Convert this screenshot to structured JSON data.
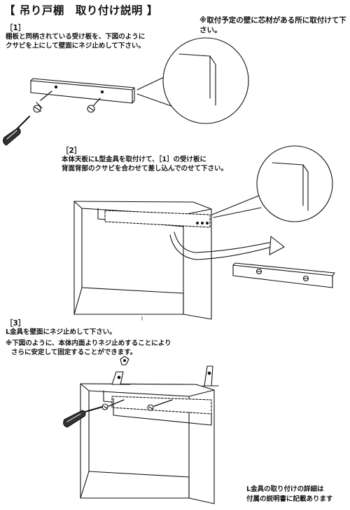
{
  "title": "【 吊り戸棚　取り付け説明 】",
  "note": "※取付予定の壁に芯材がある所に取付けて下さい。",
  "steps": [
    {
      "label": "［1］",
      "lines": [
        "棚板と同柄されている受け板を、下図のように",
        "クサビを上にして壁面にネジ止めして下さい。"
      ]
    },
    {
      "label": "［2］",
      "lines": [
        "本体天板にL型金具を取付けて、［1］の受け板に",
        "背面背部のクサビを合わせて差し込んでのせて下さい。"
      ]
    },
    {
      "label": "［3］",
      "lines": [
        "L金具を壁面にネジ止めして下さい。",
        "※下図のように、本体内面よりネジ止めすることにより",
        "さらに安定して固定することができます。"
      ]
    }
  ],
  "footer": [
    "L金具の取り付けの詳細は",
    "付属の説明書に記載あります"
  ]
}
